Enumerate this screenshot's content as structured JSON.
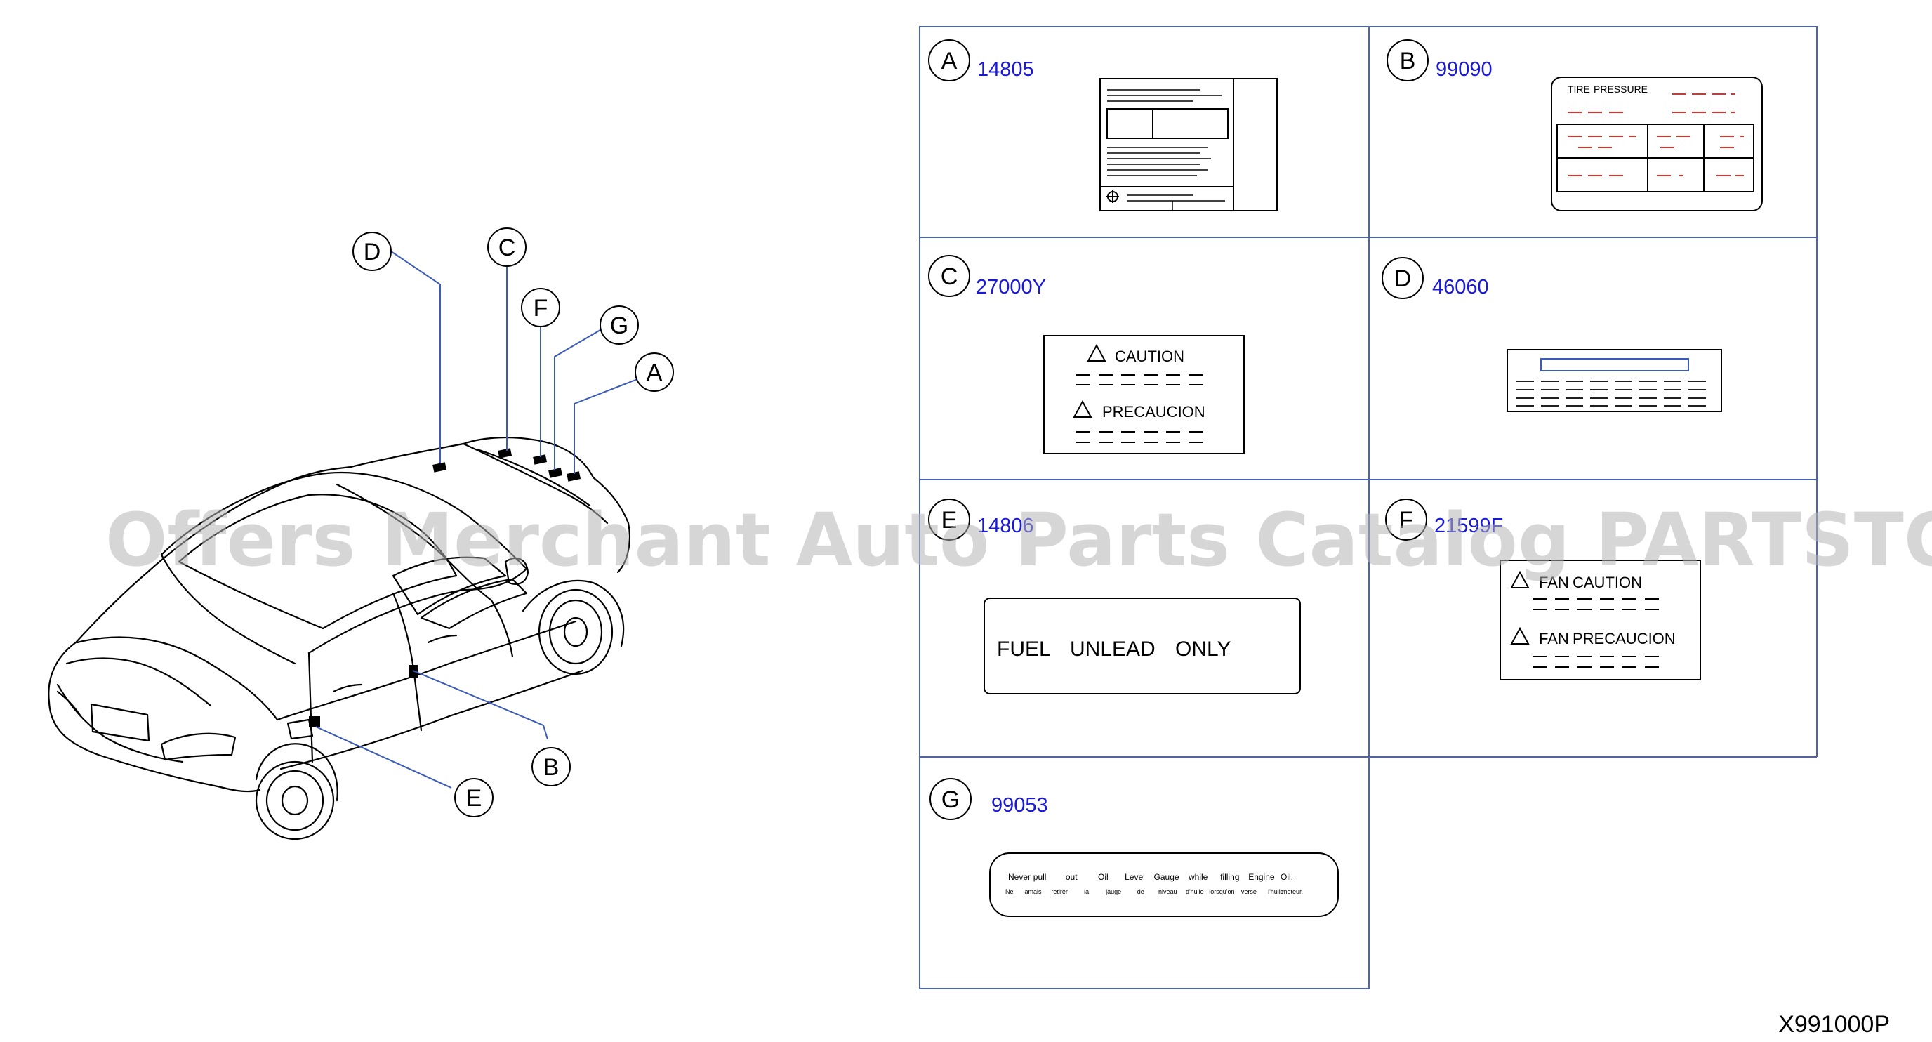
{
  "diagram_code": "X991000P",
  "watermark": "Offers Merchant Auto Parts Catalog PARTSTORE.SA",
  "callouts": [
    "D",
    "C",
    "F",
    "G",
    "A",
    "B",
    "E"
  ],
  "panels": {
    "A": {
      "letter": "A",
      "part_no": "14805"
    },
    "B": {
      "letter": "B",
      "part_no": "99090",
      "label_title_1": "TIRE",
      "label_title_2": "PRESSURE"
    },
    "C": {
      "letter": "C",
      "part_no": "27000Y",
      "line_1": "CAUTION",
      "line_2": "PRECAUCION"
    },
    "D": {
      "letter": "D",
      "part_no": "46060"
    },
    "E": {
      "letter": "E",
      "part_no": "14806",
      "words": [
        "FUEL",
        "UNLEAD",
        "ONLY"
      ]
    },
    "F": {
      "letter": "F",
      "part_no": "21599F",
      "line_1": "FAN",
      "line_1b": "CAUTION",
      "line_2": "FAN",
      "line_2b": "PRECAUCION"
    },
    "G": {
      "letter": "G",
      "part_no": "99053",
      "line_en": [
        "Never",
        "pull",
        "out",
        "Oil",
        "Level",
        "Gauge",
        "while",
        "filling",
        "Engine",
        "Oil."
      ],
      "line_fr": [
        "Ne",
        "jamais",
        "retirer",
        "la",
        "jauge",
        "de",
        "niveau",
        "d'huile",
        "lorsqu'on",
        "verse",
        "l'huile",
        "moteur."
      ]
    }
  },
  "colors": {
    "panel_border": "#4a63b8",
    "part_number": "#1a1ad6",
    "dash_red": "#e0302a",
    "leader": "#3a5bb8",
    "ink": "#000000"
  }
}
